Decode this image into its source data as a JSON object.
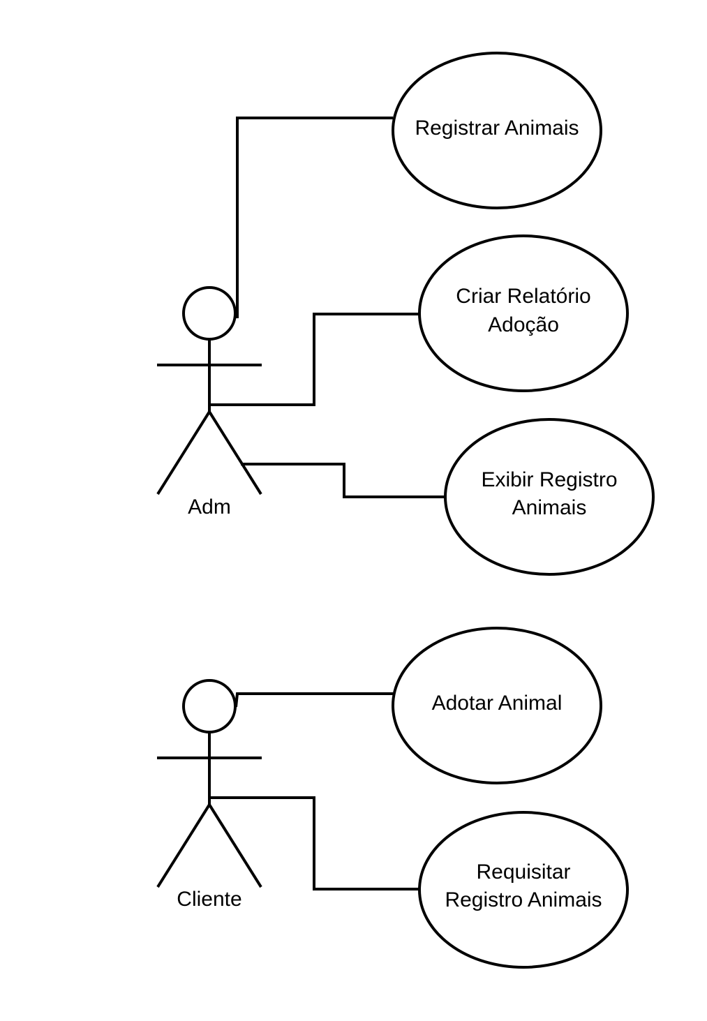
{
  "actors": [
    {
      "id": "adm",
      "label": "Adm"
    },
    {
      "id": "cliente",
      "label": "Cliente"
    }
  ],
  "use_cases": [
    {
      "id": "registrar-animais",
      "lines": [
        "Registrar Animais"
      ]
    },
    {
      "id": "criar-relatorio-adocao",
      "lines": [
        "Criar Relatório",
        "Adoção"
      ]
    },
    {
      "id": "exibir-registro-animais",
      "lines": [
        "Exibir Registro",
        "Animais"
      ]
    },
    {
      "id": "adotar-animal",
      "lines": [
        "Adotar Animal"
      ]
    },
    {
      "id": "requisitar-registro-animais",
      "lines": [
        "Requisitar",
        "Registro Animais"
      ]
    }
  ],
  "associations": [
    {
      "from": "adm",
      "to": "registrar-animais"
    },
    {
      "from": "adm",
      "to": "criar-relatorio-adocao"
    },
    {
      "from": "adm",
      "to": "exibir-registro-animais"
    },
    {
      "from": "cliente",
      "to": "adotar-animal"
    },
    {
      "from": "cliente",
      "to": "requisitar-registro-animais"
    }
  ],
  "colors": {
    "stroke": "#000000",
    "background": "#ffffff"
  }
}
